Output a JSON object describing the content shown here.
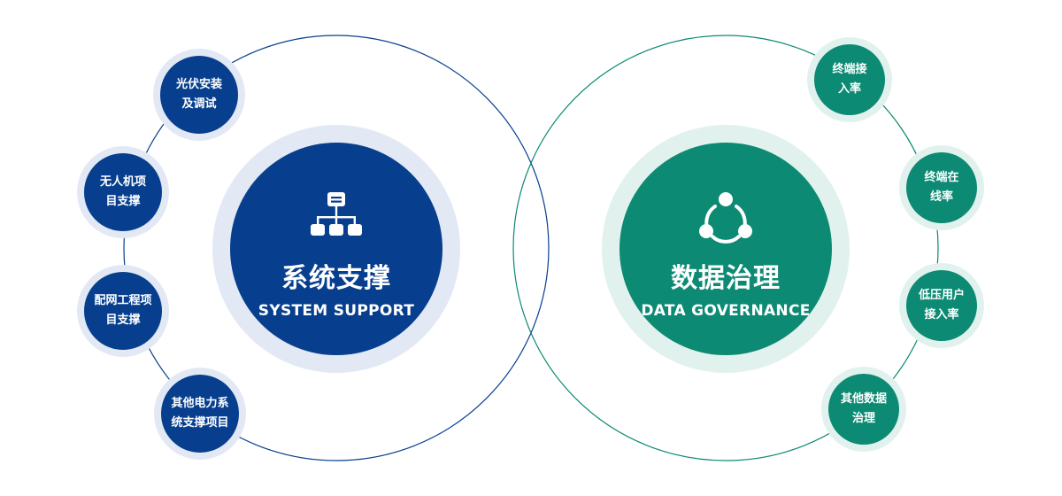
{
  "colors": {
    "blue": "#073f8e",
    "blue_halo": "#e3e9f4",
    "green": "#0c8a73",
    "green_halo": "#e1f2ee"
  },
  "left": {
    "title": "系统支撑",
    "subtitle": "SYSTEM SUPPORT",
    "icon": "hierarchy-org-chart-icon",
    "items": [
      {
        "line1": "光伏安装",
        "line2": "及调试"
      },
      {
        "line1": "无人机项",
        "line2": "目支撑"
      },
      {
        "line1": "配网工程项",
        "line2": "目支撑"
      },
      {
        "line1": "其他电力系",
        "line2": "统支撑项目"
      }
    ]
  },
  "right": {
    "title": "数据治理",
    "subtitle": "DATA GOVERNANCE",
    "icon": "cycle-network-icon",
    "items": [
      {
        "line1": "终端接",
        "line2": "入率"
      },
      {
        "line1": "终端在",
        "line2": "线率"
      },
      {
        "line1": "低压用户",
        "line2": "接入率"
      },
      {
        "line1": "其他数据",
        "line2": "治理"
      }
    ]
  }
}
